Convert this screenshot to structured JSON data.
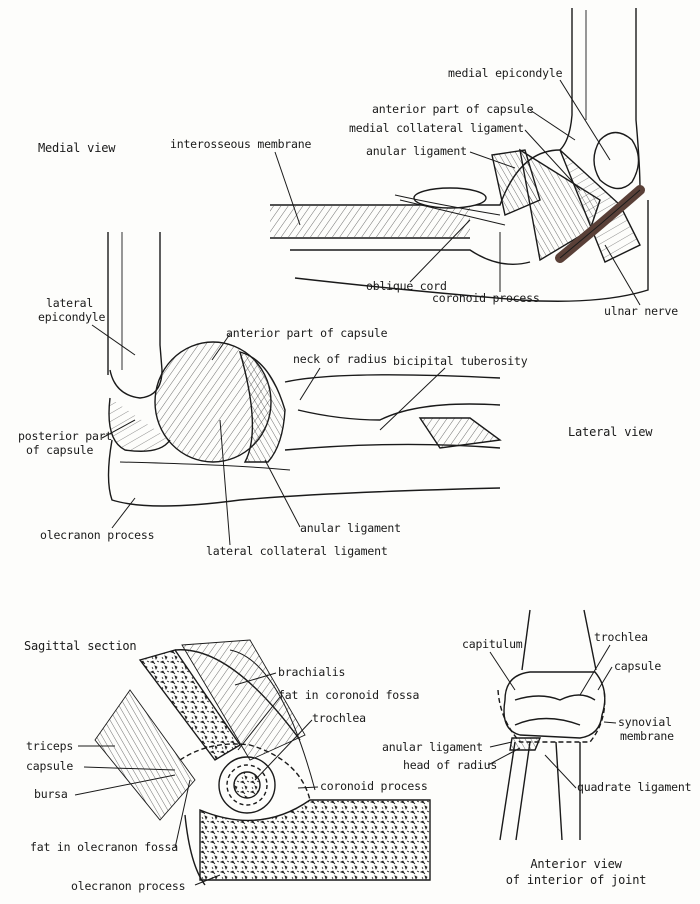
{
  "views": {
    "medial": "Medial view",
    "lateral": "Lateral view",
    "sagittal": "Sagittal section",
    "anterior_line1": "Anterior view",
    "anterior_line2": "of interior of joint"
  },
  "medial_labels": {
    "interosseous_membrane": "interosseous membrane",
    "medial_epicondyle": "medial epicondyle",
    "anterior_part_of_capsule": "anterior part of capsule",
    "medial_collateral_ligament": "medial collateral ligament",
    "anular_ligament": "anular ligament",
    "oblique_cord": "oblique cord",
    "coronoid_process": "coronoid process",
    "ulnar_nerve": "ulnar nerve"
  },
  "lateral_labels": {
    "lateral_epicondyle_line1": "lateral",
    "lateral_epicondyle_line2": "epicondyle",
    "anterior_part_of_capsule": "anterior part of capsule",
    "neck_of_radius": "neck of radius",
    "bicipital_tuberosity": "bicipital tuberosity",
    "posterior_part_line1": "posterior part",
    "posterior_part_line2": "of capsule",
    "olecranon_process": "olecranon process",
    "anular_ligament": "anular ligament",
    "lateral_collateral_ligament": "lateral collateral ligament"
  },
  "sagittal_labels": {
    "brachialis": "brachialis",
    "fat_in_coronoid_fossa": "fat in coronoid fossa",
    "trochlea": "trochlea",
    "triceps": "triceps",
    "capsule": "capsule",
    "bursa": "bursa",
    "coronoid_process": "coronoid process",
    "fat_in_olecranon_fossa": "fat in olecranon fossa",
    "olecranon_process": "olecranon process"
  },
  "anterior_labels": {
    "capitulum": "capitulum",
    "trochlea": "trochlea",
    "capsule": "capsule",
    "synovial_line1": "synovial",
    "synovial_line2": "membrane",
    "anular_ligament": "anular ligament",
    "head_of_radius": "head of radius",
    "quadrate_ligament": "quadrate ligament"
  },
  "colors": {
    "line": "#1a1a1a",
    "nerve": "#5a4038",
    "paper": "#fdfdfb"
  }
}
